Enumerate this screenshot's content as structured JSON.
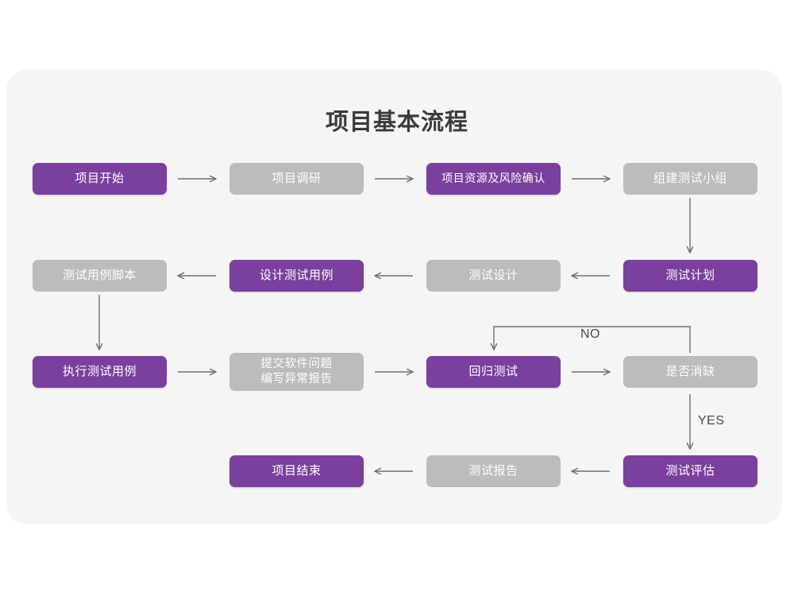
{
  "page": {
    "background": "#ffffff",
    "card_background": "#f5f5f5"
  },
  "header": {
    "title": "项目基本流程"
  },
  "colors": {
    "purple": "#7b3f9e",
    "gray": "#bcbcbc",
    "arrow": "#6e6e6e",
    "text_on_node": "#ffffff",
    "title_color": "#3a3a3a"
  },
  "nodes": [
    {
      "id": "n1",
      "label": "项目开始",
      "style": "purple",
      "row": 1,
      "col": 1
    },
    {
      "id": "n2",
      "label": "项目调研",
      "style": "gray",
      "row": 1,
      "col": 2
    },
    {
      "id": "n3",
      "label": "项目资源及风险确认",
      "style": "purple",
      "row": 1,
      "col": 3
    },
    {
      "id": "n4",
      "label": "组建测试小组",
      "style": "gray",
      "row": 1,
      "col": 4
    },
    {
      "id": "n5",
      "label": "测试用例脚本",
      "style": "gray",
      "row": 2,
      "col": 1
    },
    {
      "id": "n6",
      "label": "设计测试用例",
      "style": "purple",
      "row": 2,
      "col": 2
    },
    {
      "id": "n7",
      "label": "测试设计",
      "style": "gray",
      "row": 2,
      "col": 3
    },
    {
      "id": "n8",
      "label": "测试计划",
      "style": "purple",
      "row": 2,
      "col": 4
    },
    {
      "id": "n9",
      "label": "执行测试用例",
      "style": "purple",
      "row": 3,
      "col": 1
    },
    {
      "id": "n10",
      "label": "提交软件问题\n编写异常报告",
      "style": "gray",
      "row": 3,
      "col": 2
    },
    {
      "id": "n11",
      "label": "回归测试",
      "style": "purple",
      "row": 3,
      "col": 3
    },
    {
      "id": "n12",
      "label": "是否消缺",
      "style": "gray",
      "row": 3,
      "col": 4
    },
    {
      "id": "n13",
      "label": "项目结束",
      "style": "purple",
      "row": 4,
      "col": 2
    },
    {
      "id": "n14",
      "label": "测试报告",
      "style": "gray",
      "row": 4,
      "col": 3
    },
    {
      "id": "n15",
      "label": "测试评估",
      "style": "purple",
      "row": 4,
      "col": 4
    }
  ],
  "edge_labels": {
    "no": "NO",
    "yes": "YES"
  },
  "edges": [
    {
      "from": "n1",
      "to": "n2",
      "direction": "right"
    },
    {
      "from": "n2",
      "to": "n3",
      "direction": "right"
    },
    {
      "from": "n3",
      "to": "n4",
      "direction": "right"
    },
    {
      "from": "n4",
      "to": "n8",
      "direction": "down"
    },
    {
      "from": "n8",
      "to": "n7",
      "direction": "left"
    },
    {
      "from": "n7",
      "to": "n6",
      "direction": "left"
    },
    {
      "from": "n6",
      "to": "n5",
      "direction": "left"
    },
    {
      "from": "n5",
      "to": "n9",
      "direction": "down"
    },
    {
      "from": "n9",
      "to": "n10",
      "direction": "right"
    },
    {
      "from": "n10",
      "to": "n11",
      "direction": "right"
    },
    {
      "from": "n11",
      "to": "n12",
      "direction": "right"
    },
    {
      "from": "n12",
      "to": "n11",
      "direction": "loop-up-left",
      "label": "NO"
    },
    {
      "from": "n12",
      "to": "n15",
      "direction": "down",
      "label": "YES"
    },
    {
      "from": "n15",
      "to": "n14",
      "direction": "left"
    },
    {
      "from": "n14",
      "to": "n13",
      "direction": "left"
    }
  ]
}
